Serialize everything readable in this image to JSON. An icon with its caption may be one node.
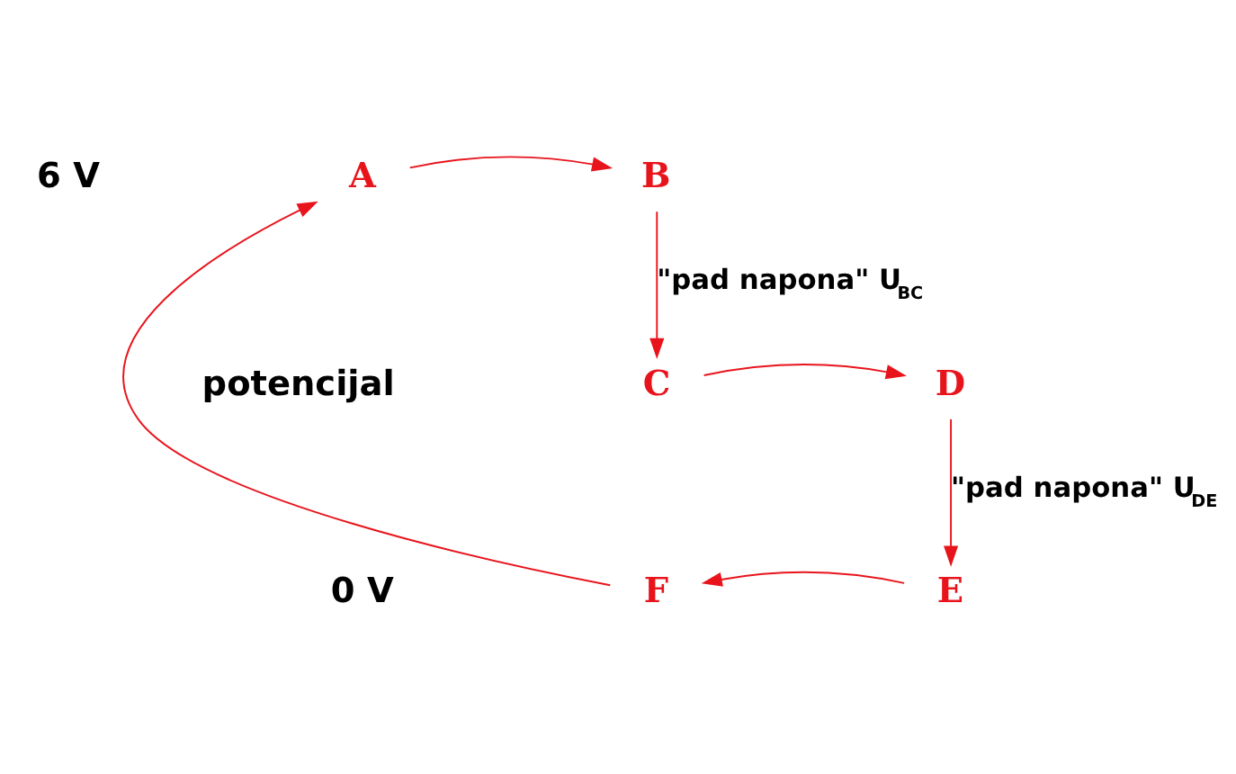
{
  "diagram": {
    "nodes": [
      {
        "text": [
          "A"
        ]
      },
      {
        "text": [
          "B"
        ]
      },
      {
        "text": [
          "C"
        ]
      },
      {
        "text": [
          "D"
        ]
      },
      {
        "text": [
          "F"
        ]
      },
      {
        "text": [
          "E"
        ]
      }
    ],
    "edges": [
      {
        "from": 0,
        "to": 1,
        "arrow": "to"
      },
      {
        "from": 1,
        "to": 2,
        "arrow": "to",
        "label": "\"pad napona\" U$_{BC}$"
      },
      {
        "from": 2,
        "to": 3,
        "arrow": "to"
      },
      {
        "from": 3,
        "to": 5,
        "arrow": "to",
        "label": "\"pad napona\" U$_{DE}$"
      },
      {
        "from": 5,
        "to": 4,
        "arrow": "to"
      },
      {
        "from": 4,
        "to": 0,
        "arrow": "to"
      }
    ],
    "labels": [
      "6 V",
      "potencijal",
      "0 V"
    ]
  }
}
